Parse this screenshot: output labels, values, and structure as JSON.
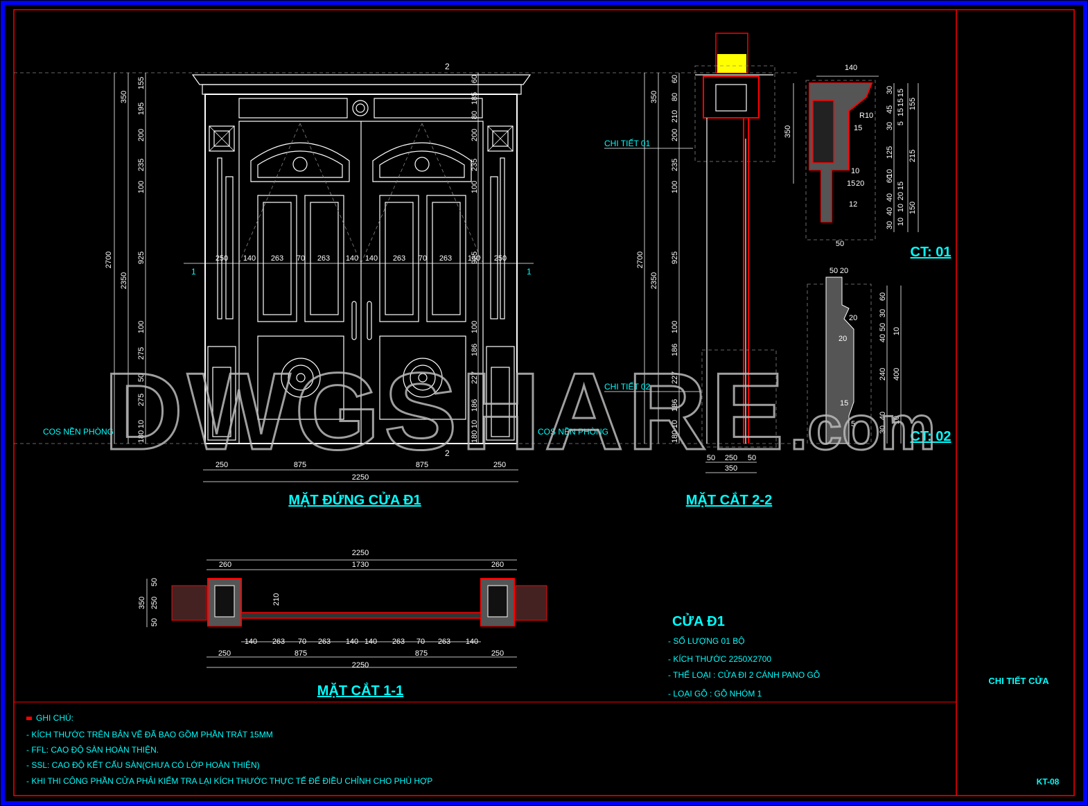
{
  "elevation": {
    "title": "MẶT ĐỨNG CỬA Đ1",
    "left_dims_outer": [
      "2700"
    ],
    "left_dims_mid": [
      "350",
      "2350"
    ],
    "left_dims_inner": [
      "155",
      "195",
      "200",
      "235",
      "100",
      "925",
      "100",
      "275",
      "50",
      "275",
      "10",
      "180"
    ],
    "right_dims": [
      "60",
      "185",
      "80",
      "200",
      "235",
      "100",
      "925",
      "100",
      "186",
      "227",
      "186",
      "10",
      "180"
    ],
    "panel_dims": [
      "250",
      "140",
      "263",
      "70",
      "263",
      "140",
      "140",
      "263",
      "70",
      "263",
      "140",
      "250"
    ],
    "bottom_dims": [
      "250",
      "875",
      "875",
      "250"
    ],
    "bottom_total": "2250",
    "section_marks": {
      "left": "1",
      "right": "1",
      "top": "2",
      "bottom": "2"
    },
    "floor_label": "COS NỀN PHÒNG"
  },
  "section22": {
    "title": "MẶT CẮT 2-2",
    "dims_outer": [
      "2700"
    ],
    "dims_mid": [
      "350",
      "2350"
    ],
    "dims_inner": [
      "60",
      "80",
      "210",
      "200",
      "235",
      "100",
      "925",
      "100",
      "186",
      "227",
      "186",
      "10",
      "180"
    ],
    "callout_1": "CHI TIẾT 01",
    "callout_2": "CHI TIẾT 02",
    "floor_label": "COS NỀN PHÒNG",
    "bottom_dims": [
      "50",
      "250",
      "50"
    ],
    "bottom_total": "350"
  },
  "detail01": {
    "label": "CT: 01",
    "top_dim": "140",
    "left_dim": "350",
    "bottom_dim": "50",
    "right_dims_a": [
      "30",
      "15",
      "15",
      "45",
      "15",
      "30",
      "125",
      "10",
      "15",
      "20",
      "60",
      "40",
      "40",
      "30"
    ],
    "right_dims_b": [
      "155",
      "5",
      "215",
      "10",
      "150",
      "10"
    ],
    "annotations": [
      "R10",
      "15",
      "10",
      "15",
      "20",
      "12"
    ]
  },
  "detail02": {
    "label": "CT: 02",
    "top_dims": [
      "50",
      "20"
    ],
    "right_dims_a": [
      "60",
      "30",
      "50",
      "40",
      "240",
      "40",
      "30"
    ],
    "right_dims_b": [
      "10",
      "400",
      "10"
    ],
    "annotations": [
      "20",
      "20",
      "15",
      "5"
    ]
  },
  "section11": {
    "title": "MẶT CẮT 1-1",
    "top_total": "2250",
    "top_dims": [
      "260",
      "1730",
      "260"
    ],
    "left_dims": [
      "350",
      "50",
      "250",
      "50"
    ],
    "inner_dim": "210",
    "panel_dims": [
      "140",
      "263",
      "70",
      "263",
      "140",
      "140",
      "263",
      "70",
      "263",
      "140"
    ],
    "bottom_dims": [
      "250",
      "875",
      "875",
      "250"
    ],
    "bottom_total": "2250"
  },
  "spec": {
    "title": "CỬA Đ1",
    "items": [
      "- SỐ LƯỢNG 01 BỘ",
      "- KÍCH THƯỚC 2250X2700",
      "- THỂ LOẠI : CỬA ĐI 2 CÁNH PANO GỖ",
      "- LOẠI GỖ : GỖ NHÓM 1"
    ]
  },
  "notes": {
    "header": "GHI CHÚ:",
    "items": [
      "- KÍCH THƯỚC TRÊN BẢN VẼ ĐÃ BAO GỒM PHẦN TRÁT 15MM",
      "- FFL: CAO ĐỘ SÀN HOÀN THIỆN.",
      "- SSL: CAO ĐỘ  KẾT CẤU SÀN(CHƯA CÓ LỚP HOÀN THIỆN)",
      "- KHI THI CÔNG PHẦN CỬA PHẢI KIỂM TRA LẠI KÍCH THƯỚC THỰC TẾ ĐỂ ĐIỀU CHỈNH CHO PHÙ HỢP"
    ]
  },
  "title_block": {
    "drawing_name": "CHI TIẾT CỬA",
    "sheet_no": "KT-08"
  },
  "watermark": {
    "main": "DWGSHARE",
    "suffix": ".com"
  },
  "colors": {
    "frame_blue": "#0000ff",
    "border_red": "#ff0000",
    "text_cyan": "#00ffff",
    "section_red": "#ff0000"
  }
}
